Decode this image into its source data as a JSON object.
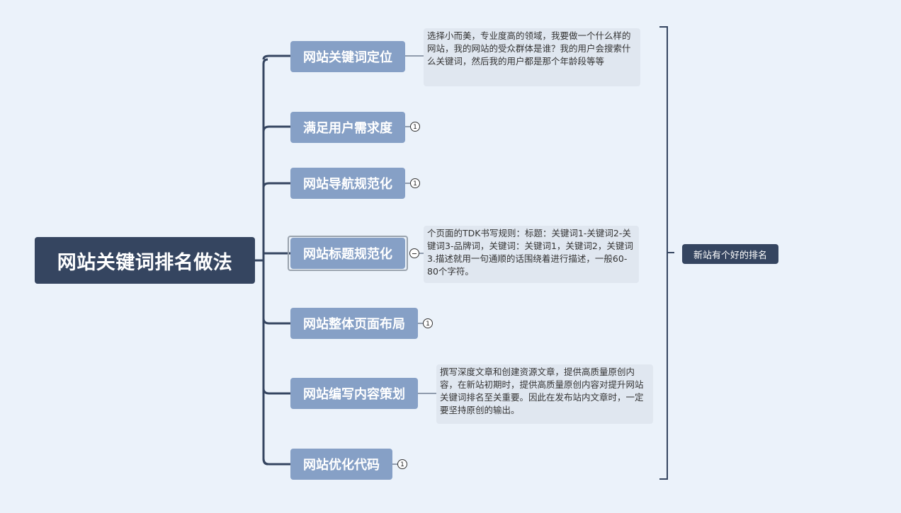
{
  "root": {
    "label": "网站关键词排名做法"
  },
  "branches": [
    {
      "label": "网站关键词定位"
    },
    {
      "label": "满足用户需求度",
      "collapsed_count": "1"
    },
    {
      "label": "网站导航规范化",
      "collapsed_count": "1"
    },
    {
      "label": "网站标题规范化"
    },
    {
      "label": "网站整体页面布局",
      "collapsed_count": "1"
    },
    {
      "label": "网站编写内容策划"
    },
    {
      "label": "网站优化代码",
      "collapsed_count": "1"
    }
  ],
  "notes": {
    "keyword": "选择小而美，专业度高的领域，我要做一个什么样的网站，我的网站的受众群体是谁？我的用户会搜索什么关键词，然后我的用户都是那个年龄段等等",
    "title": "个页面的TDK书写规则：标题：关键词1-关键词2-关键词3-品牌词，关键词：关键词1，关键词2，关键词3.描述就用一句通顺的话围绕着进行描述，一般60-80个字符。",
    "content": "撰写深度文章和创建资源文章，提供高质量原创内容，在新站初期时，提供高质量原创内容对提升网站关键词排名至关重要。因此在发布站内文章时，一定要坚持原创的输出。"
  },
  "summary": {
    "label": "新站有个好的排名"
  },
  "colors": {
    "root": "#354560",
    "branch": "#86a0c6",
    "line": "#354560",
    "background": "#ebf2fa"
  }
}
